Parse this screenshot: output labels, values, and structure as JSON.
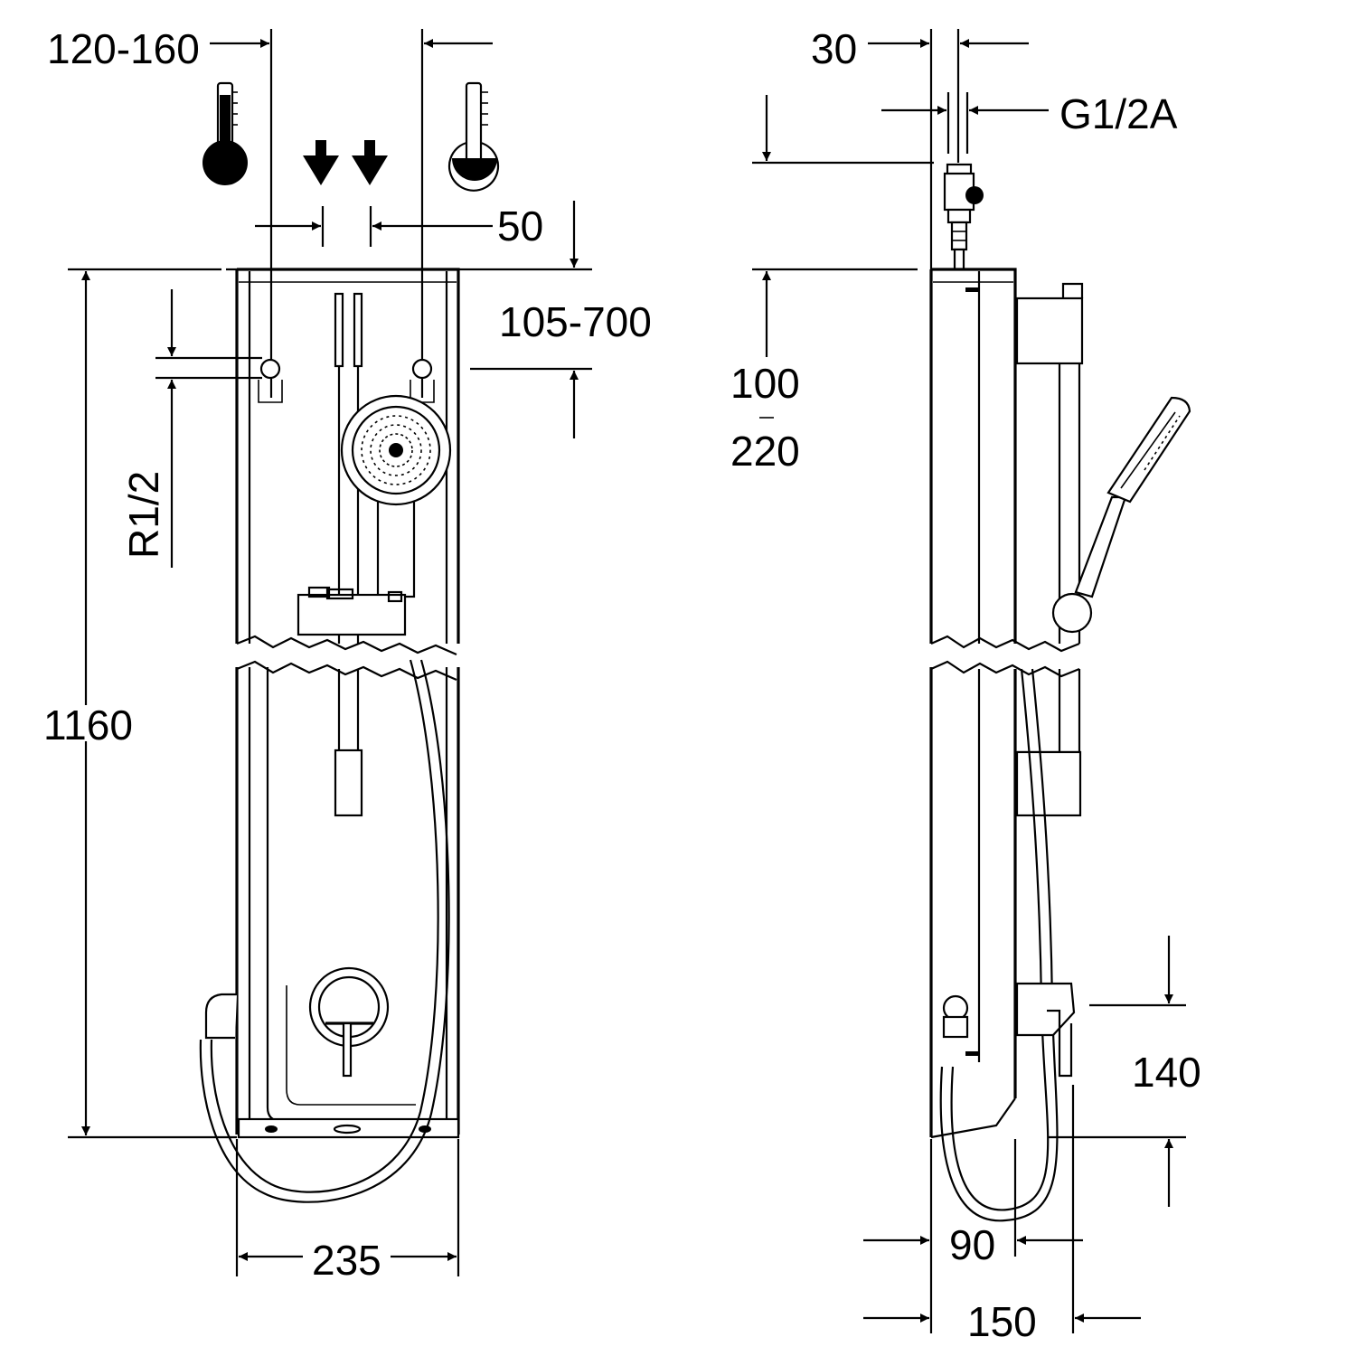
{
  "dimensions": {
    "front_pipe_spacing": "120-160",
    "front_inlet_spacing": "50",
    "front_inlet_height": "105-700",
    "front_thread": "R1/2",
    "front_height": "1160",
    "front_width": "235",
    "side_pipe_depth": "30",
    "side_thread": "G1/2A",
    "side_offset_top": "100",
    "side_offset_bottom": "220",
    "side_valve_height": "140",
    "side_depth_body": "90",
    "side_depth_total": "150"
  },
  "icons": {
    "hot": "thermometer-hot-icon",
    "cold": "thermometer-cold-icon",
    "flow": "flow-direction-arrow-icon"
  },
  "colors": {
    "line": "#000000",
    "background": "#ffffff"
  }
}
